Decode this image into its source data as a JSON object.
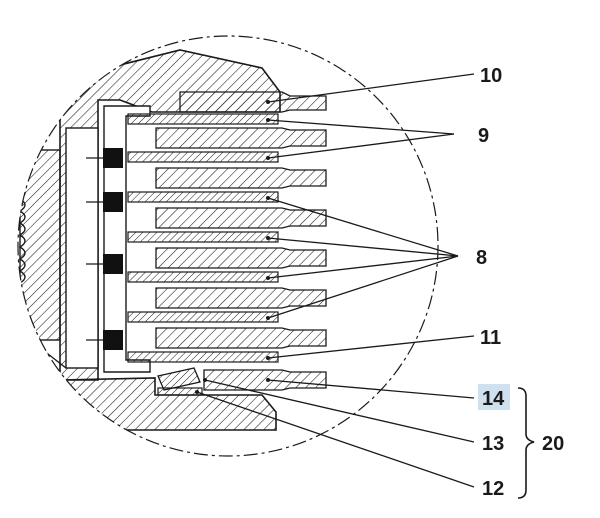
{
  "labels": {
    "l10": "10",
    "l9": "9",
    "l8": "8",
    "l11": "11",
    "l14": "14",
    "l13": "13",
    "l12": "12",
    "l20": "20"
  },
  "highlighted_label": "14",
  "colors": {
    "ink": "#1a1a1a",
    "highlight": "#cfe0ef",
    "background": "#ffffff",
    "dark_block": "#111111"
  }
}
